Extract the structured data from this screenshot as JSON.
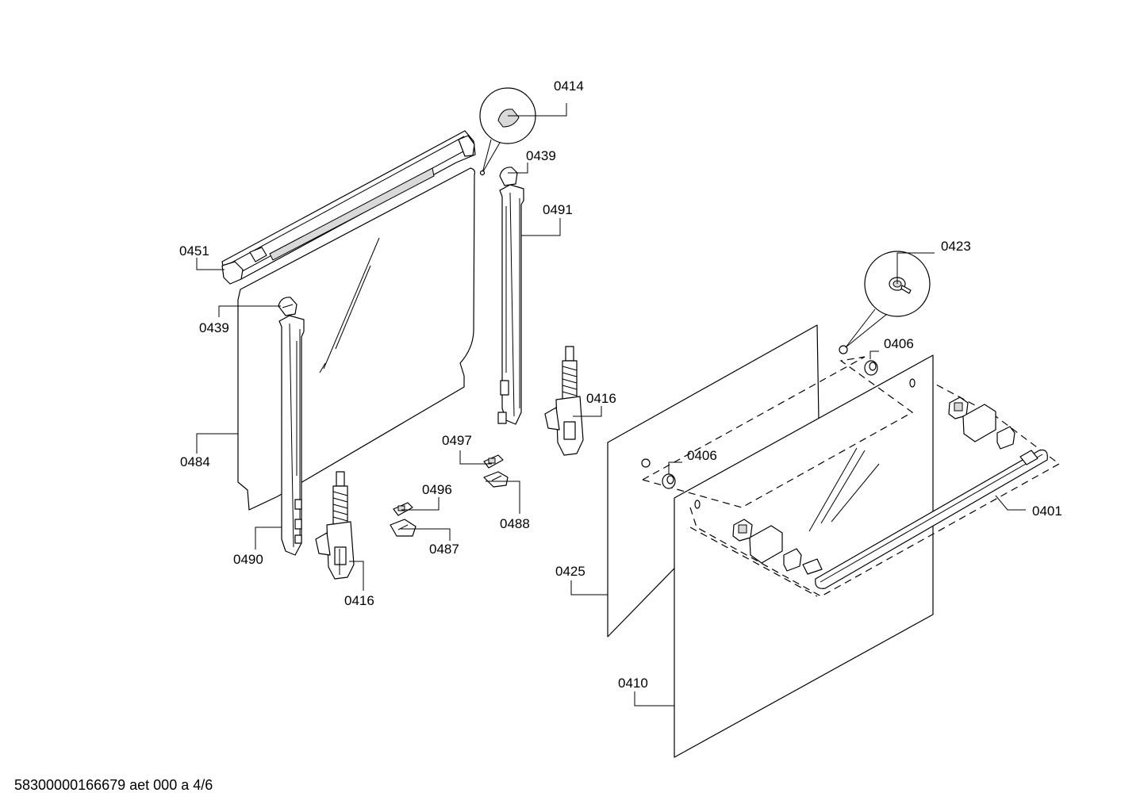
{
  "labels": {
    "p0414": "0414",
    "p0439a": "0439",
    "p0491": "0491",
    "p0451": "0451",
    "p0439b": "0439",
    "p0484": "0484",
    "p0490": "0490",
    "p0416a": "0416",
    "p0416b": "0416",
    "p0497": "0497",
    "p0496": "0496",
    "p0488": "0488",
    "p0487": "0487",
    "p0423": "0423",
    "p0406a": "0406",
    "p0406b": "0406",
    "p0401": "0401",
    "p0425": "0425",
    "p0410": "0410"
  },
  "footer": "58300000166679 aet 000 a 4/6"
}
